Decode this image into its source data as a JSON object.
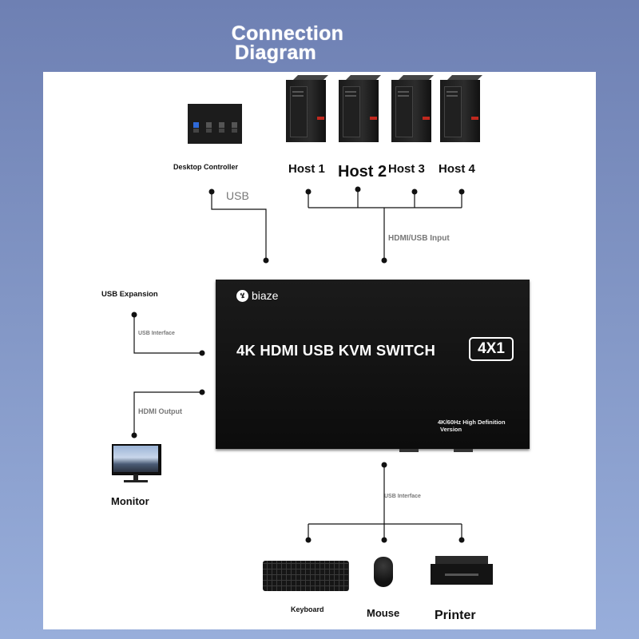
{
  "title": {
    "line1": "Connection",
    "line2": "Diagram"
  },
  "devices": {
    "desktop_controller": "Desktop Controller",
    "hosts": [
      "Host 1",
      "Host 2",
      "Host 3",
      "Host 4"
    ],
    "monitor": "Monitor",
    "keyboard": "Keyboard",
    "mouse": "Mouse",
    "printer": "Printer"
  },
  "connections": {
    "usb": "USB",
    "hdmi_usb_input": "HDMI/USB Input",
    "usb_expansion": "USB Expansion",
    "usb_interface_left": "USB Interface",
    "hdmi_output": "HDMI Output",
    "usb_interface_bottom": "USB Interface"
  },
  "kvm": {
    "brand": "biaze",
    "brand_glyph": "ሄ",
    "model": "4K HDMI USB KVM SWITCH",
    "badge": "4X1",
    "version_line1": "4K/60Hz High Definition",
    "version_line2": "Version"
  },
  "colors": {
    "background": "#7d91c2",
    "panel": "#ffffff",
    "device": "#111111",
    "accent_red": "#c0281e",
    "accent_blue": "#2f6ad9"
  }
}
